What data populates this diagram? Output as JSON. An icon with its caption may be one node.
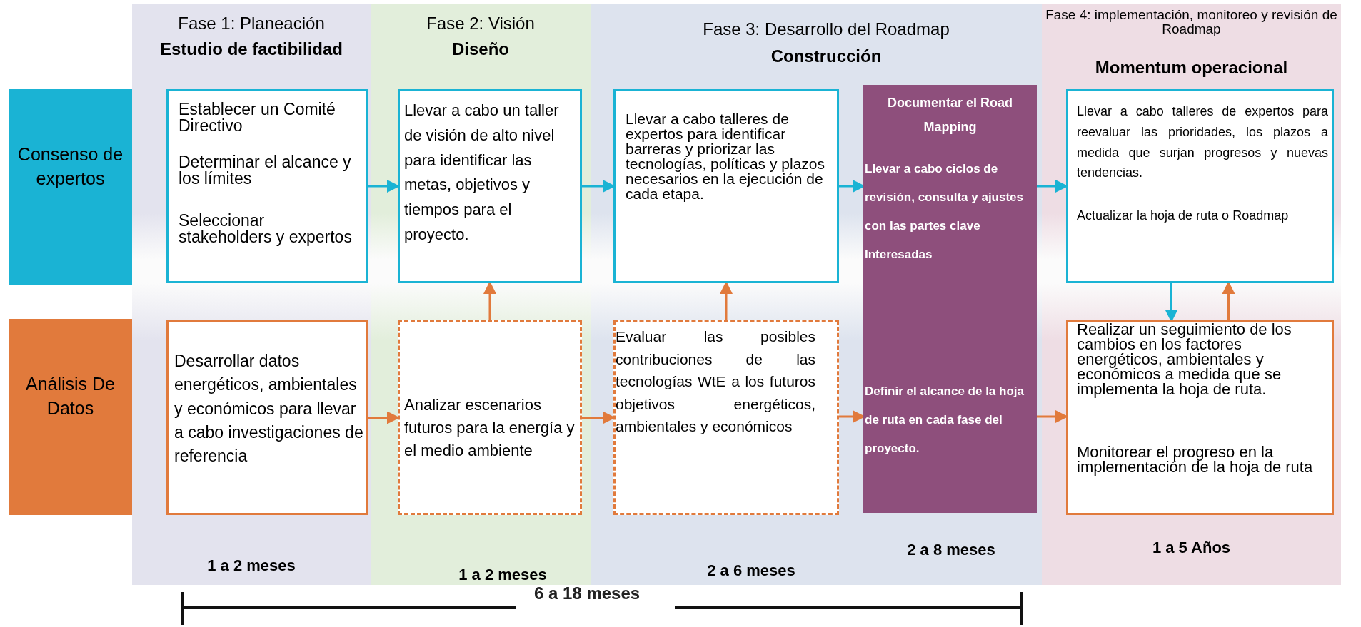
{
  "diagram": {
    "nodes": [
      {
        "text": [
          "Consenso de expertos"
        ]
      },
      {
        "text": [
          "Análisis De Datos"
        ]
      },
      {
        "text": [
          "Fase 1: Planeación",
          "Estudio de factibilidad",
          "1 a 2 meses"
        ]
      },
      {
        "text": [
          "Establecer un Comité Directivo",
          "Determinar el alcance y los límites",
          "Seleccionar stakeholders y expertos"
        ],
        "in": 2
      },
      {
        "text": [
          "Desarrollar datos energéticos, ambientales y económicos para llevar a cabo investigaciones de referencia"
        ],
        "in": 2
      },
      {
        "text": [
          "Fase 2: Visión",
          "Diseño",
          "1 a 2 meses"
        ]
      },
      {
        "text": [
          "Llevar a cabo un taller de visión de alto nivel para identificar las metas, objetivos y tiempos para el proyecto."
        ],
        "in": 5
      },
      {
        "text": [
          "Analizar escenarios futuros para la energía y el medio ambiente"
        ],
        "in": 5
      },
      {
        "text": [
          "Fase 3: Desarrollo del Roadmap",
          "Construcción",
          "2 a 6 meses",
          "2 a 8 meses"
        ]
      },
      {
        "text": [
          "Llevar a cabo talleres de expertos para identificar barreras y priorizar las tecnologías, políticas y plazos necesarios en la ejecución de cada etapa."
        ],
        "in": 8
      },
      {
        "text": [
          "Evaluar las posibles contribuciones de las tecnologías WtE a los futuros objetivos energéticos, ambientales y económicos"
        ],
        "in": 8
      },
      {
        "text": [
          "Documentar el Road Mapping",
          "Llevar a cabo ciclos de revisión, consulta y ajustes con las partes clave Interesadas",
          "Definir el alcance de la hoja de ruta en cada fase del proyecto."
        ],
        "in": 8
      },
      {
        "text": [
          "Fase 4: implementación, monitoreo y revisión de Roadmap",
          "Momentum operacional",
          "1 a 5 Años"
        ]
      },
      {
        "text": [
          "Llevar a cabo talleres de expertos para reevaluar las prioridades, los plazos a medida que surjan progresos y nuevas tendencias.",
          "Actualizar la hoja de ruta o Roadmap"
        ],
        "in": 12
      },
      {
        "text": [
          "Realizar un seguimiento de los cambios en los factores energéticos, ambientales y económicos a medida que se implementa la hoja de ruta.",
          "Monitorear el progreso en la implementación de la hoja de ruta"
        ],
        "in": 12
      }
    ],
    "edges": [
      {
        "from": 3,
        "to": 6,
        "arrow": "to",
        "color": "#1ab3d4"
      },
      {
        "from": 6,
        "to": 9,
        "arrow": "to",
        "color": "#1ab3d4"
      },
      {
        "from": 9,
        "to": 11,
        "arrow": "to",
        "color": "#1ab3d4"
      },
      {
        "from": 11,
        "to": 13,
        "arrow": "to",
        "color": "#1ab3d4"
      },
      {
        "from": 4,
        "to": 7,
        "arrow": "to"
      },
      {
        "from": 7,
        "to": 10,
        "arrow": "to"
      },
      {
        "from": 10,
        "to": 11,
        "arrow": "to"
      },
      {
        "from": 11,
        "to": 14,
        "arrow": "to"
      },
      {
        "from": 7,
        "to": 6,
        "arrow": "to"
      },
      {
        "from": 10,
        "to": 9,
        "arrow": "to"
      },
      {
        "from": 13,
        "to": 14,
        "arrow": "to",
        "color": "#1ab3d4"
      },
      {
        "from": 14,
        "to": 13,
        "arrow": "to"
      }
    ],
    "labels": [
      "6 a 18 meses"
    ]
  }
}
